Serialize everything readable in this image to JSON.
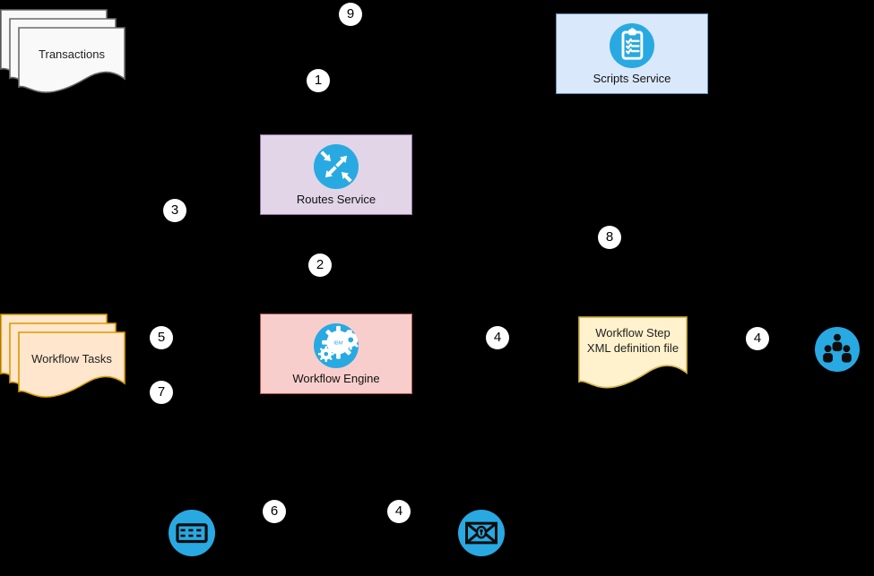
{
  "diagram": {
    "background": "#000000",
    "accent_blue": "#29a9e1"
  },
  "nodes": {
    "transactions": {
      "type": "document-stack",
      "label": "Transactions",
      "fill": "#f9f9f9",
      "border": "#6b6b6b"
    },
    "workflow_tasks": {
      "type": "document-stack",
      "label": "Workflow Tasks",
      "fill": "#ffe6cc",
      "border": "#d79b00"
    },
    "scripts_service": {
      "type": "service-box",
      "label": "Scripts Service",
      "fill": "#dae8fc",
      "border": "#6c8ebf",
      "icon": "clipboard-checklist-icon"
    },
    "routes_service": {
      "type": "service-box",
      "label": "Routes Service",
      "fill": "#e1d5e7",
      "border": "#9673a6",
      "icon": "route-arrows-icon"
    },
    "workflow_engine": {
      "type": "service-box",
      "label": "Workflow Engine",
      "fill": "#f8cecc",
      "border": "#b85450",
      "icon": "gears-icon",
      "icon_text": "IBM"
    },
    "xml_definition_file": {
      "type": "document",
      "label_lines": [
        "Workflow Step",
        "XML definition file"
      ],
      "fill": "#fff2cc",
      "border": "#d6b656"
    },
    "users": {
      "type": "icon",
      "icon": "users-icon"
    },
    "queue": {
      "type": "icon",
      "icon": "queue-icon"
    },
    "secure_email": {
      "type": "icon",
      "icon": "secure-email-icon"
    }
  },
  "steps": {
    "step9": "9",
    "step1": "1",
    "step3": "3",
    "step2": "2",
    "step8": "8",
    "step5": "5",
    "step7": "7",
    "step4_engine_to_xml": "4",
    "step4_xml_to_users": "4",
    "step6": "6",
    "step4_to_email": "4"
  }
}
